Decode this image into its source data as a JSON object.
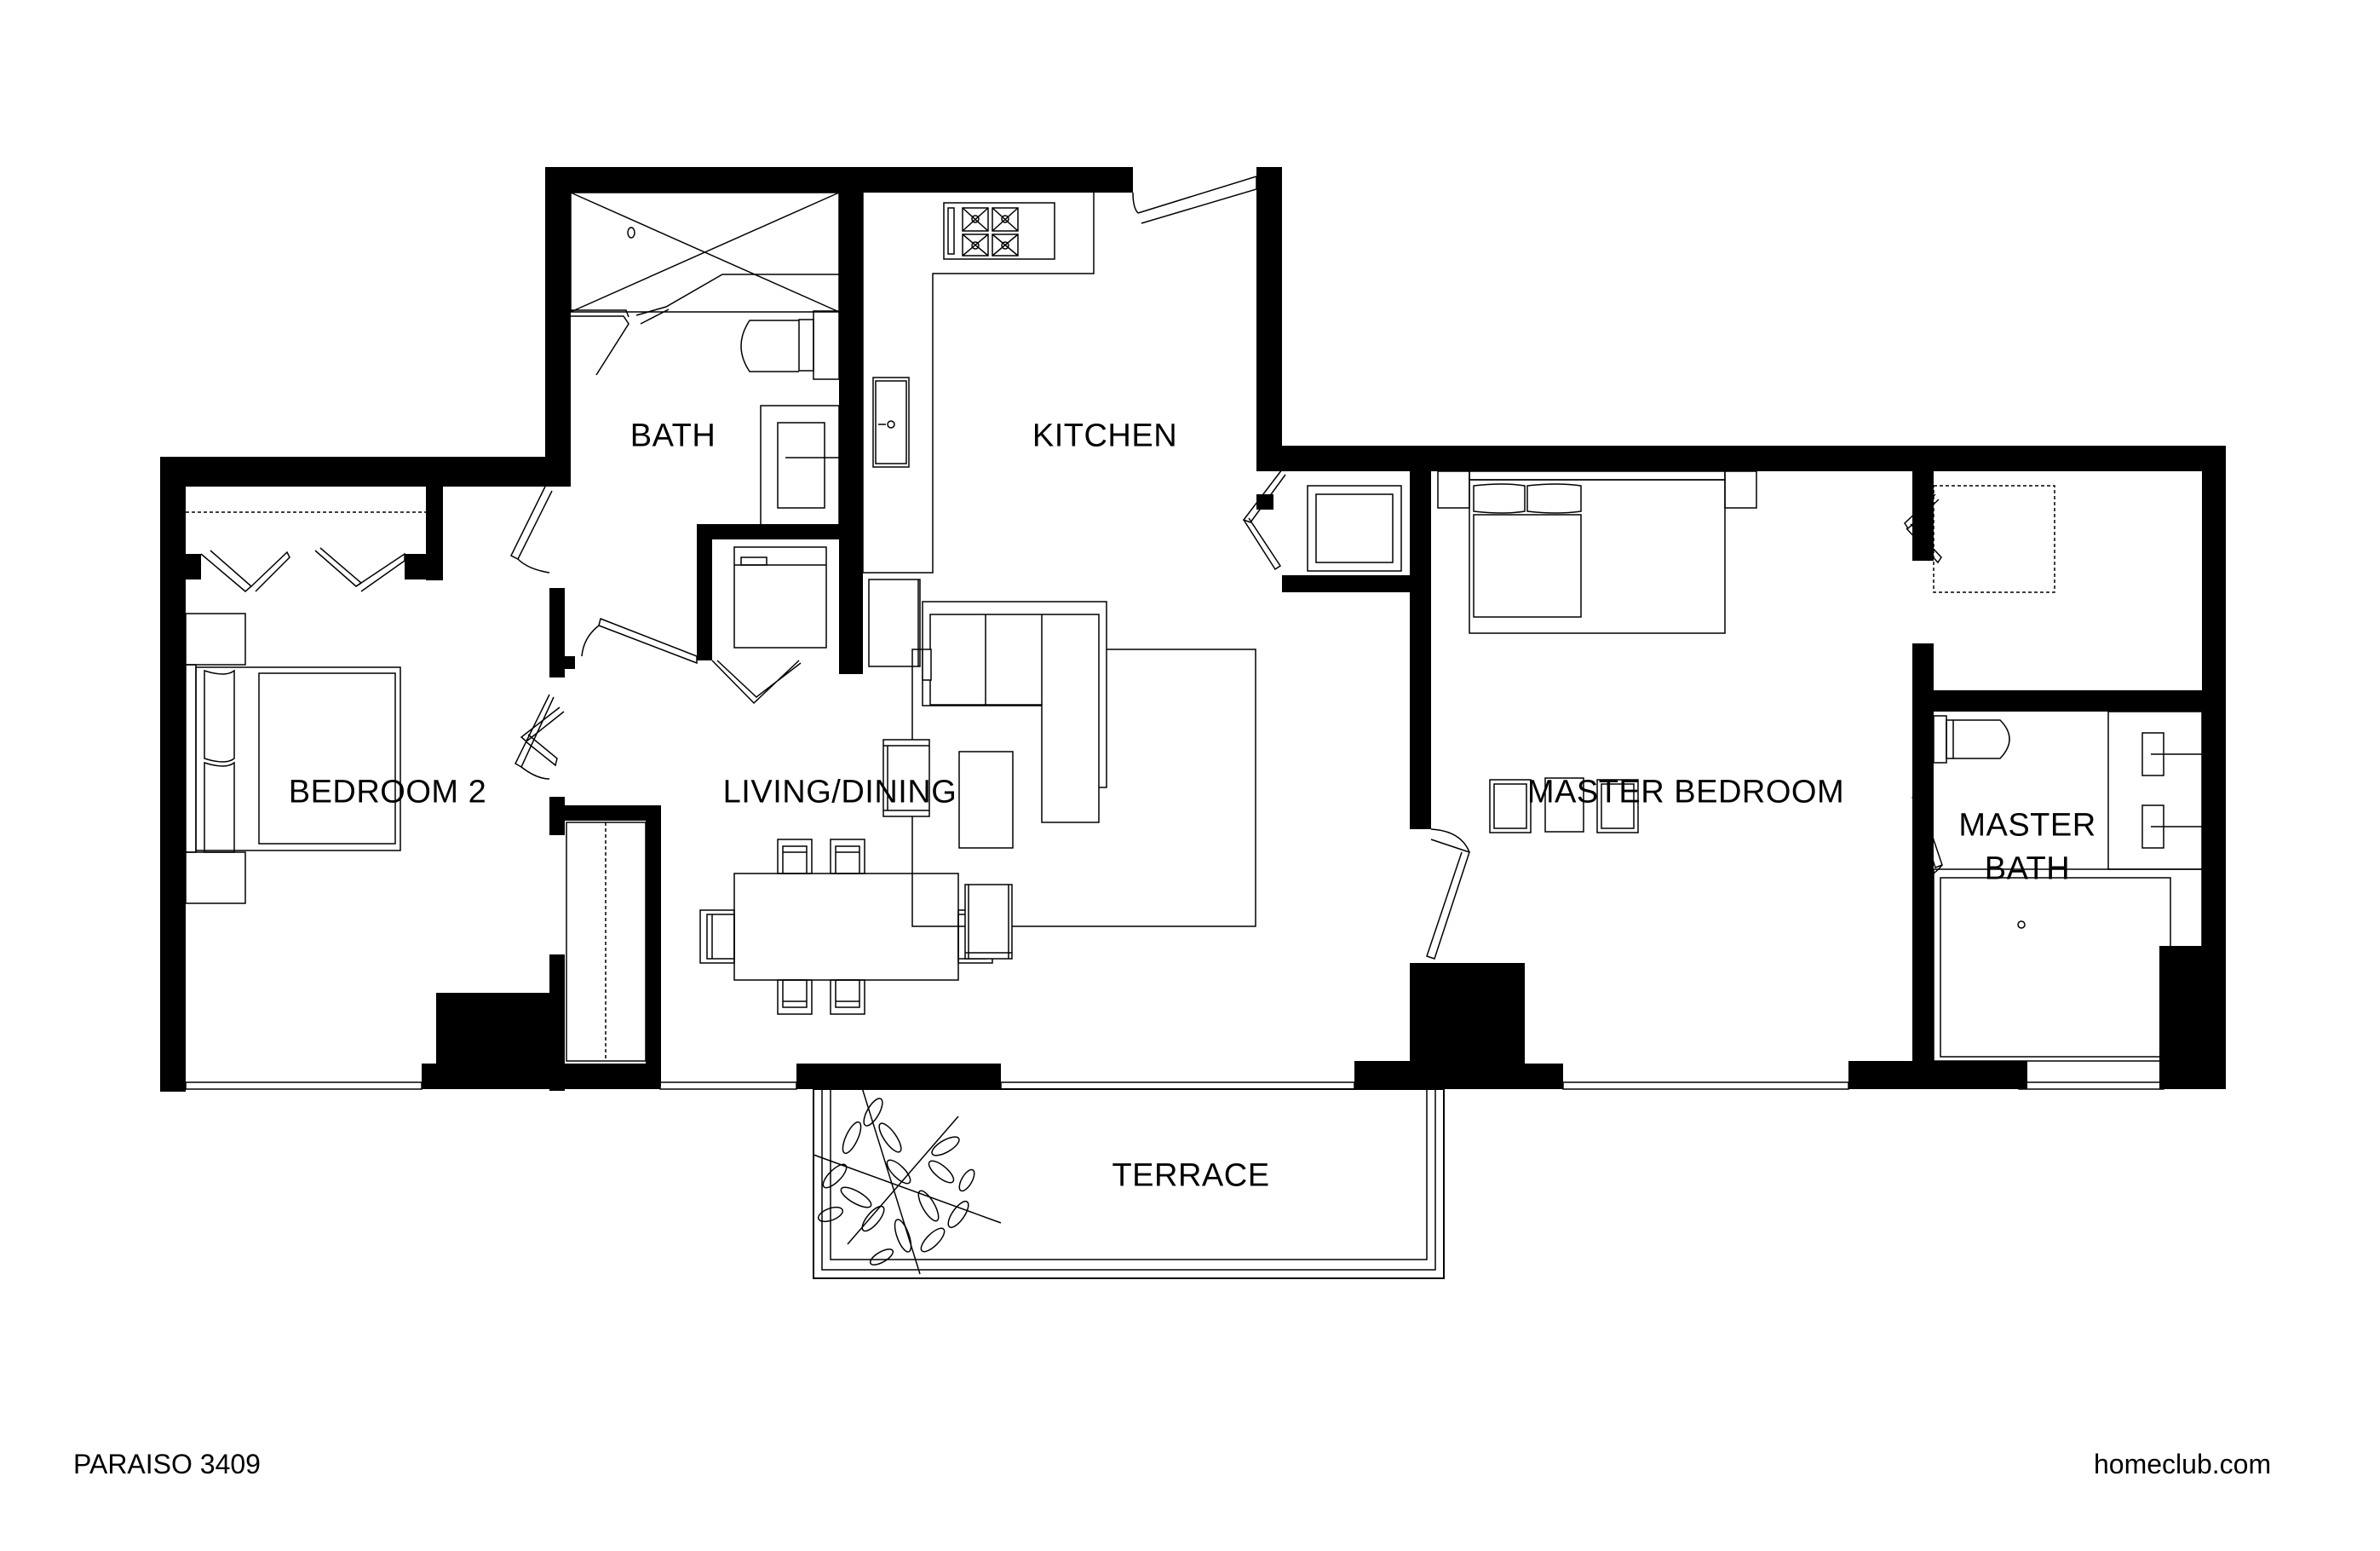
{
  "plan": {
    "unit_name": "PARAISO 3409",
    "website": "homeclub.com",
    "colors": {
      "wall": "#000000",
      "line": "#000000",
      "background": "#ffffff"
    }
  },
  "rooms": {
    "bath": "BATH",
    "kitchen": "KITCHEN",
    "bedroom2": "BEDROOM 2",
    "living_dining": "LIVING/DINING",
    "master_bedroom": "MASTER BEDROOM",
    "master_bath_line1": "MASTER",
    "master_bath_line2": "BATH",
    "terrace": "TERRACE"
  },
  "icons": {
    "stove": "stove-icon",
    "sink": "sink-icon",
    "toilet": "toilet-icon",
    "bed": "bed-icon",
    "sofa": "sofa-icon",
    "dining_table": "dining-table-icon",
    "plant": "plant-icon",
    "bathtub": "bathtub-icon",
    "shower": "shower-icon",
    "washer": "washer-icon"
  }
}
